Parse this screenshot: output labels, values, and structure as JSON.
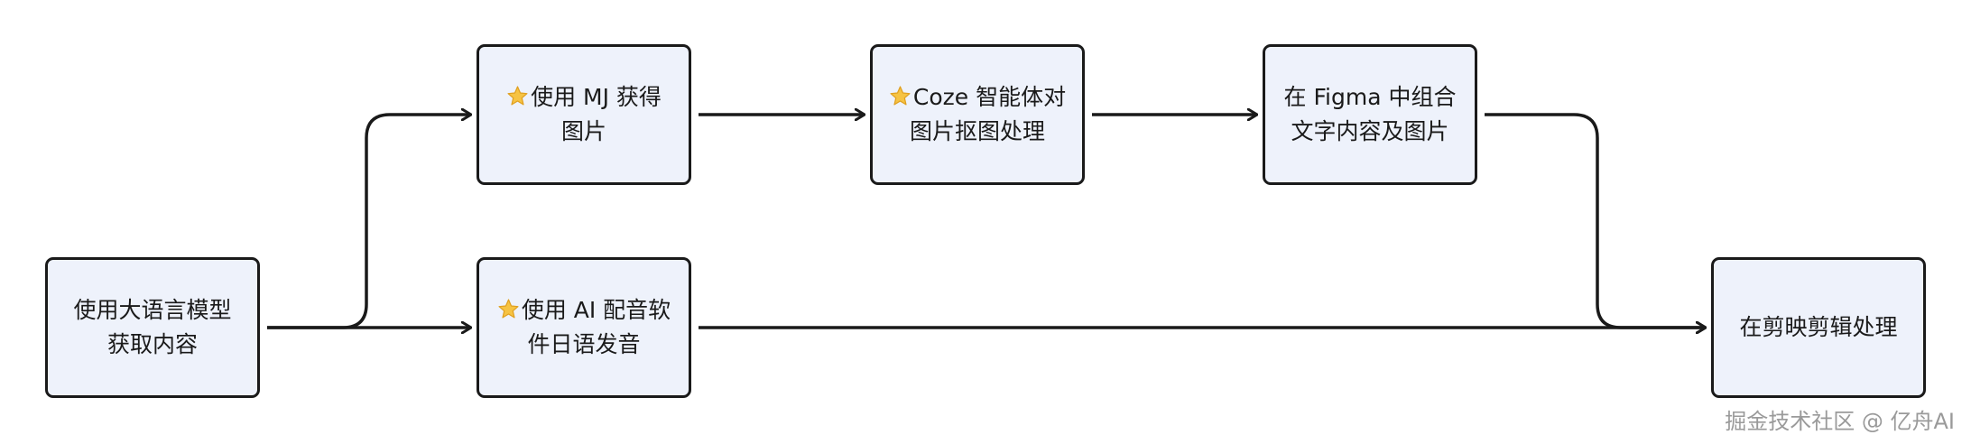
{
  "nodes": {
    "n1": {
      "lines": [
        "使用大语言模型",
        "获取内容"
      ],
      "star": false
    },
    "n2": {
      "lines": [
        "使用 MJ 获得",
        "图片"
      ],
      "star": true
    },
    "n3": {
      "lines": [
        "Coze 智能体对",
        "图片抠图处理"
      ],
      "star": true
    },
    "n4": {
      "lines": [
        "在 Figma 中组合",
        "文字内容及图片"
      ],
      "star": false
    },
    "n5": {
      "lines": [
        "使用 AI 配音软",
        "件日语发音"
      ],
      "star": true
    },
    "n6": {
      "lines": [
        "在剪映剪辑处理"
      ],
      "star": false
    }
  },
  "edges": [
    {
      "from": "n1",
      "to": "n2"
    },
    {
      "from": "n1",
      "to": "n5"
    },
    {
      "from": "n2",
      "to": "n3"
    },
    {
      "from": "n3",
      "to": "n4"
    },
    {
      "from": "n4",
      "to": "n6"
    },
    {
      "from": "n5",
      "to": "n6"
    }
  ],
  "icons": {
    "star": "star-icon"
  },
  "colors": {
    "node_fill": "#eef2fb",
    "node_border": "#1a1a1a",
    "edge": "#1a1a1a",
    "star_fill": "#f6c343",
    "star_stroke": "#e0a020",
    "watermark": "#9a9a9a"
  },
  "watermark": {
    "text": "掘金技术社区 @ 亿舟AI"
  }
}
